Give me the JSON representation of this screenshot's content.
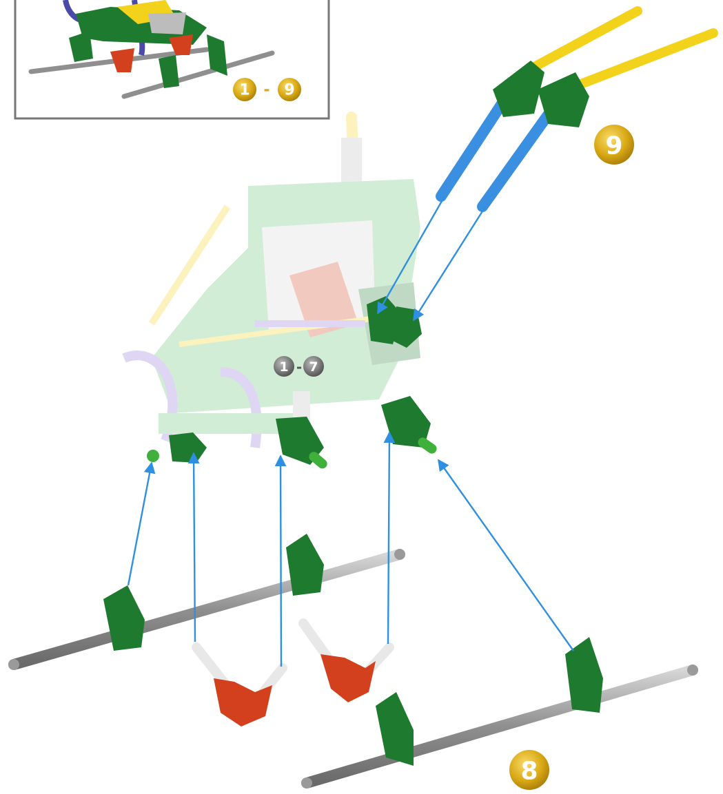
{
  "inset": {
    "range_start": "1",
    "range_separator": "-",
    "range_end": "9"
  },
  "ghost_model": {
    "range_start": "1",
    "range_separator": "-",
    "range_end": "7"
  },
  "steps": {
    "step_8": "8",
    "step_9": "9"
  },
  "colors": {
    "gold_badge": "#d9a915",
    "grey_badge": "#7a7a7a",
    "arrow": "#2f8fe0",
    "green_part": "#1e7a2e",
    "red_part": "#d2401e",
    "blue_rod": "#3a8fe0",
    "yellow_rod": "#f2d21a",
    "grey_rod": "#9a9a9a",
    "inset_border": "#777777"
  }
}
